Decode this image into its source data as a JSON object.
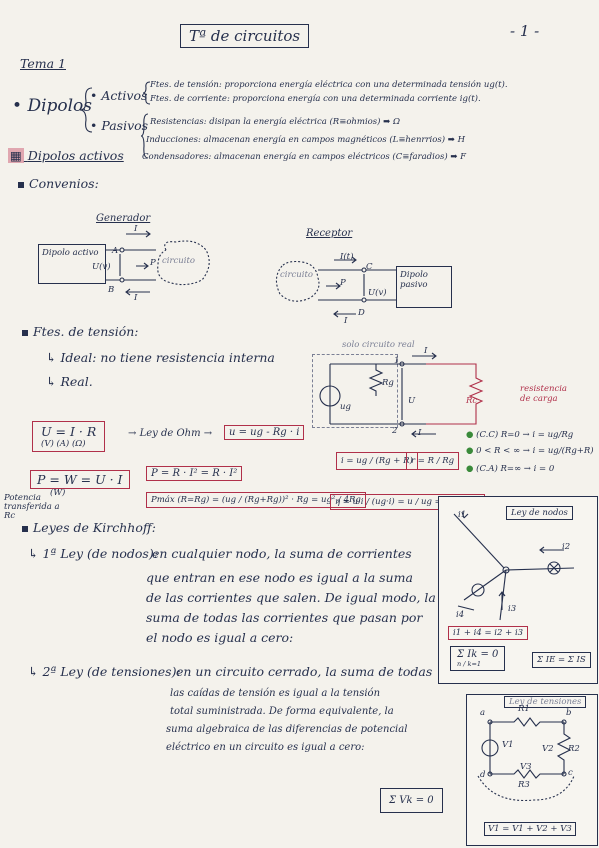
{
  "header": {
    "title": "Tª de circuitos",
    "page_number": "- 1 -"
  },
  "tema": "Tema 1",
  "dipolos": {
    "label": "Dipolos",
    "activos": "Activos",
    "pasivos": "Pasivos",
    "activos_items": [
      "Ftes. de tensión: proporciona energía eléctrica con una determinada tensión ug(t).",
      "Ftes. de corriente: proporciona energía con una determinada corriente ig(t)."
    ],
    "pasivos_items": [
      "Resistencias: disipan la energía eléctrica (R≡ohmios) ➡ Ω",
      "Inducciones: almacenan energía en campos magnéticos (L≡henrrios) ➡ H",
      "Condensadores: almacenan energía en campos eléctricos (C≡faradios) ➡ F"
    ]
  },
  "dipolos_activos": "Dipolos activos",
  "convenios": "Convenios:",
  "generador": {
    "title": "Generador",
    "dipolo": "Dipolo activo",
    "u": "U(v)",
    "circuito": "circuito",
    "a": "A",
    "b": "B",
    "i": "I",
    "p": "P"
  },
  "receptor": {
    "title": "Receptor",
    "dipolo": "Dipolo pasivo",
    "u": "U(v)",
    "circuito": "circuito",
    "c": "C",
    "d": "D",
    "i": "I(t)",
    "i2": "I",
    "p": "P"
  },
  "ftes_tension": {
    "heading": "Ftes. de tensión:",
    "ideal": "Ideal: no tiene resistencia interna",
    "real": "Real.",
    "solo": "solo circuito real",
    "rg": "Rg",
    "ug": "ug",
    "u": "U",
    "rc": "Rc",
    "resistencia_carga": "resistencia de carga",
    "i": "I",
    "n1": "1",
    "n2": "2"
  },
  "formulas": {
    "ohm": "U = I · R",
    "units": "(V)  (A)  (Ω)",
    "ley_ohm": "Ley de Ohm",
    "u_eq": "u = ug - Rg · i",
    "i_eq": "i = ug / (Rg + R)",
    "r_ratio": "r = R / Rg",
    "p": "P = W = U · I",
    "p_units": "(W)",
    "p_rl": "P = R · I² = R · I²",
    "pmax": "Pmáx (R=Rg) = (ug / (Rg+Rg))² · Rg = ug² / 4Rg",
    "potencia": "Potencia transferida a Rc",
    "eta": "η = u·i / (ug·i) = u / ug = r / (1+r)",
    "cc": "(C.C) R=0 → i = ug/Rg",
    "mid": "0 < R < ∞ → i = ug/(Rg+R)",
    "ca": "(C.A) R=∞ → i = 0"
  },
  "kirchhoff": {
    "heading": "Leyes de Kirchhoff:",
    "ley1_label": "1ª Ley (de nodos):",
    "ley1_lines": [
      "en cualquier nodo, la suma de corrientes",
      "que entran en ese nodo es igual a la suma",
      "de las corrientes que salen. De igual modo, la",
      "suma de todas las corrientes que pasan por",
      "el nodo es igual a cero:"
    ],
    "ley2_label": "2ª Ley (de tensiones):",
    "ley2_lines": [
      "en un circuito cerrado, la suma de todas",
      "las caídas de tensión es igual a la tensión",
      "total suministrada. De forma equivalente, la",
      "suma algebraica de las diferencias de potencial",
      "eléctrico en un circuito es igual a cero:"
    ],
    "ley_nodos_box": "Ley de nodos",
    "ley_tensiones_box": "Ley de tensiones",
    "nodos_eq": "i1 + i4 = i2 + i3",
    "sum_ik": "Σ Ik = 0",
    "sum_ik_lim": "n / k=1",
    "sum_ie_is": "Σ IE = Σ IS",
    "sum_vk": "Σ Vk = 0",
    "v_eq": "V1 = V1 + V2 + V3",
    "i1": "i1",
    "i2": "i2",
    "i3": "i3",
    "i4": "i4",
    "r1": "R1",
    "r2": "R2",
    "r3": "R3",
    "v1": "V1",
    "v2": "V2",
    "v3": "V3",
    "a": "a",
    "b": "b",
    "c": "c",
    "d": "d"
  }
}
